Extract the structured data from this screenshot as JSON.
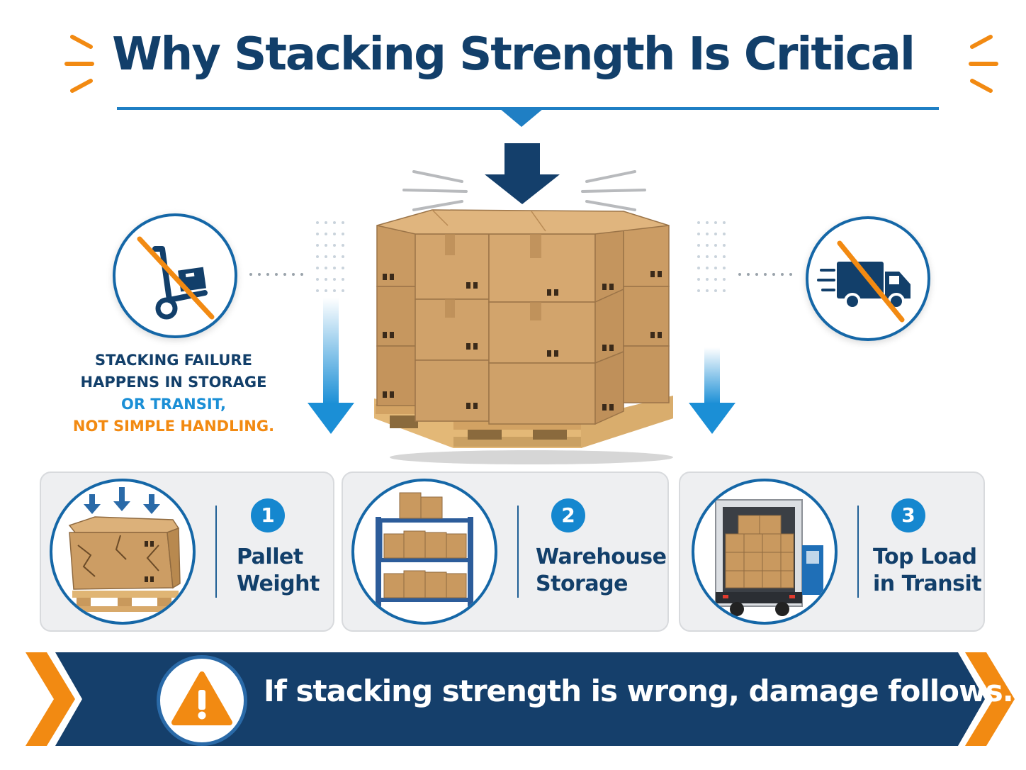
{
  "header": {
    "title": "Why Stacking Strength Is Critical"
  },
  "colors": {
    "navy": "#123f6a",
    "blue": "#1b8fd6",
    "orange": "#f28a12",
    "cardbg": "#eeeff1"
  },
  "side_icons": {
    "left": "no-hand-truck-icon",
    "right": "no-delivery-truck-icon"
  },
  "failure_note": {
    "line1": "STACKING FAILURE",
    "line2": "HAPPENS IN STORAGE",
    "line3": "OR TRANSIT,",
    "line4": "NOT SIMPLE HANDLING."
  },
  "cards": [
    {
      "number": "1",
      "line1": "Pallet",
      "line2": "Weight",
      "icon": "crushed-box-icon"
    },
    {
      "number": "2",
      "line1": "Warehouse",
      "line2": "Storage",
      "icon": "warehouse-rack-icon"
    },
    {
      "number": "3",
      "line1": "Top Load",
      "line2": "in Transit",
      "icon": "loaded-truck-icon"
    }
  ],
  "banner": {
    "message": "If stacking strength is wrong, damage follows.",
    "icon": "warning-icon"
  }
}
